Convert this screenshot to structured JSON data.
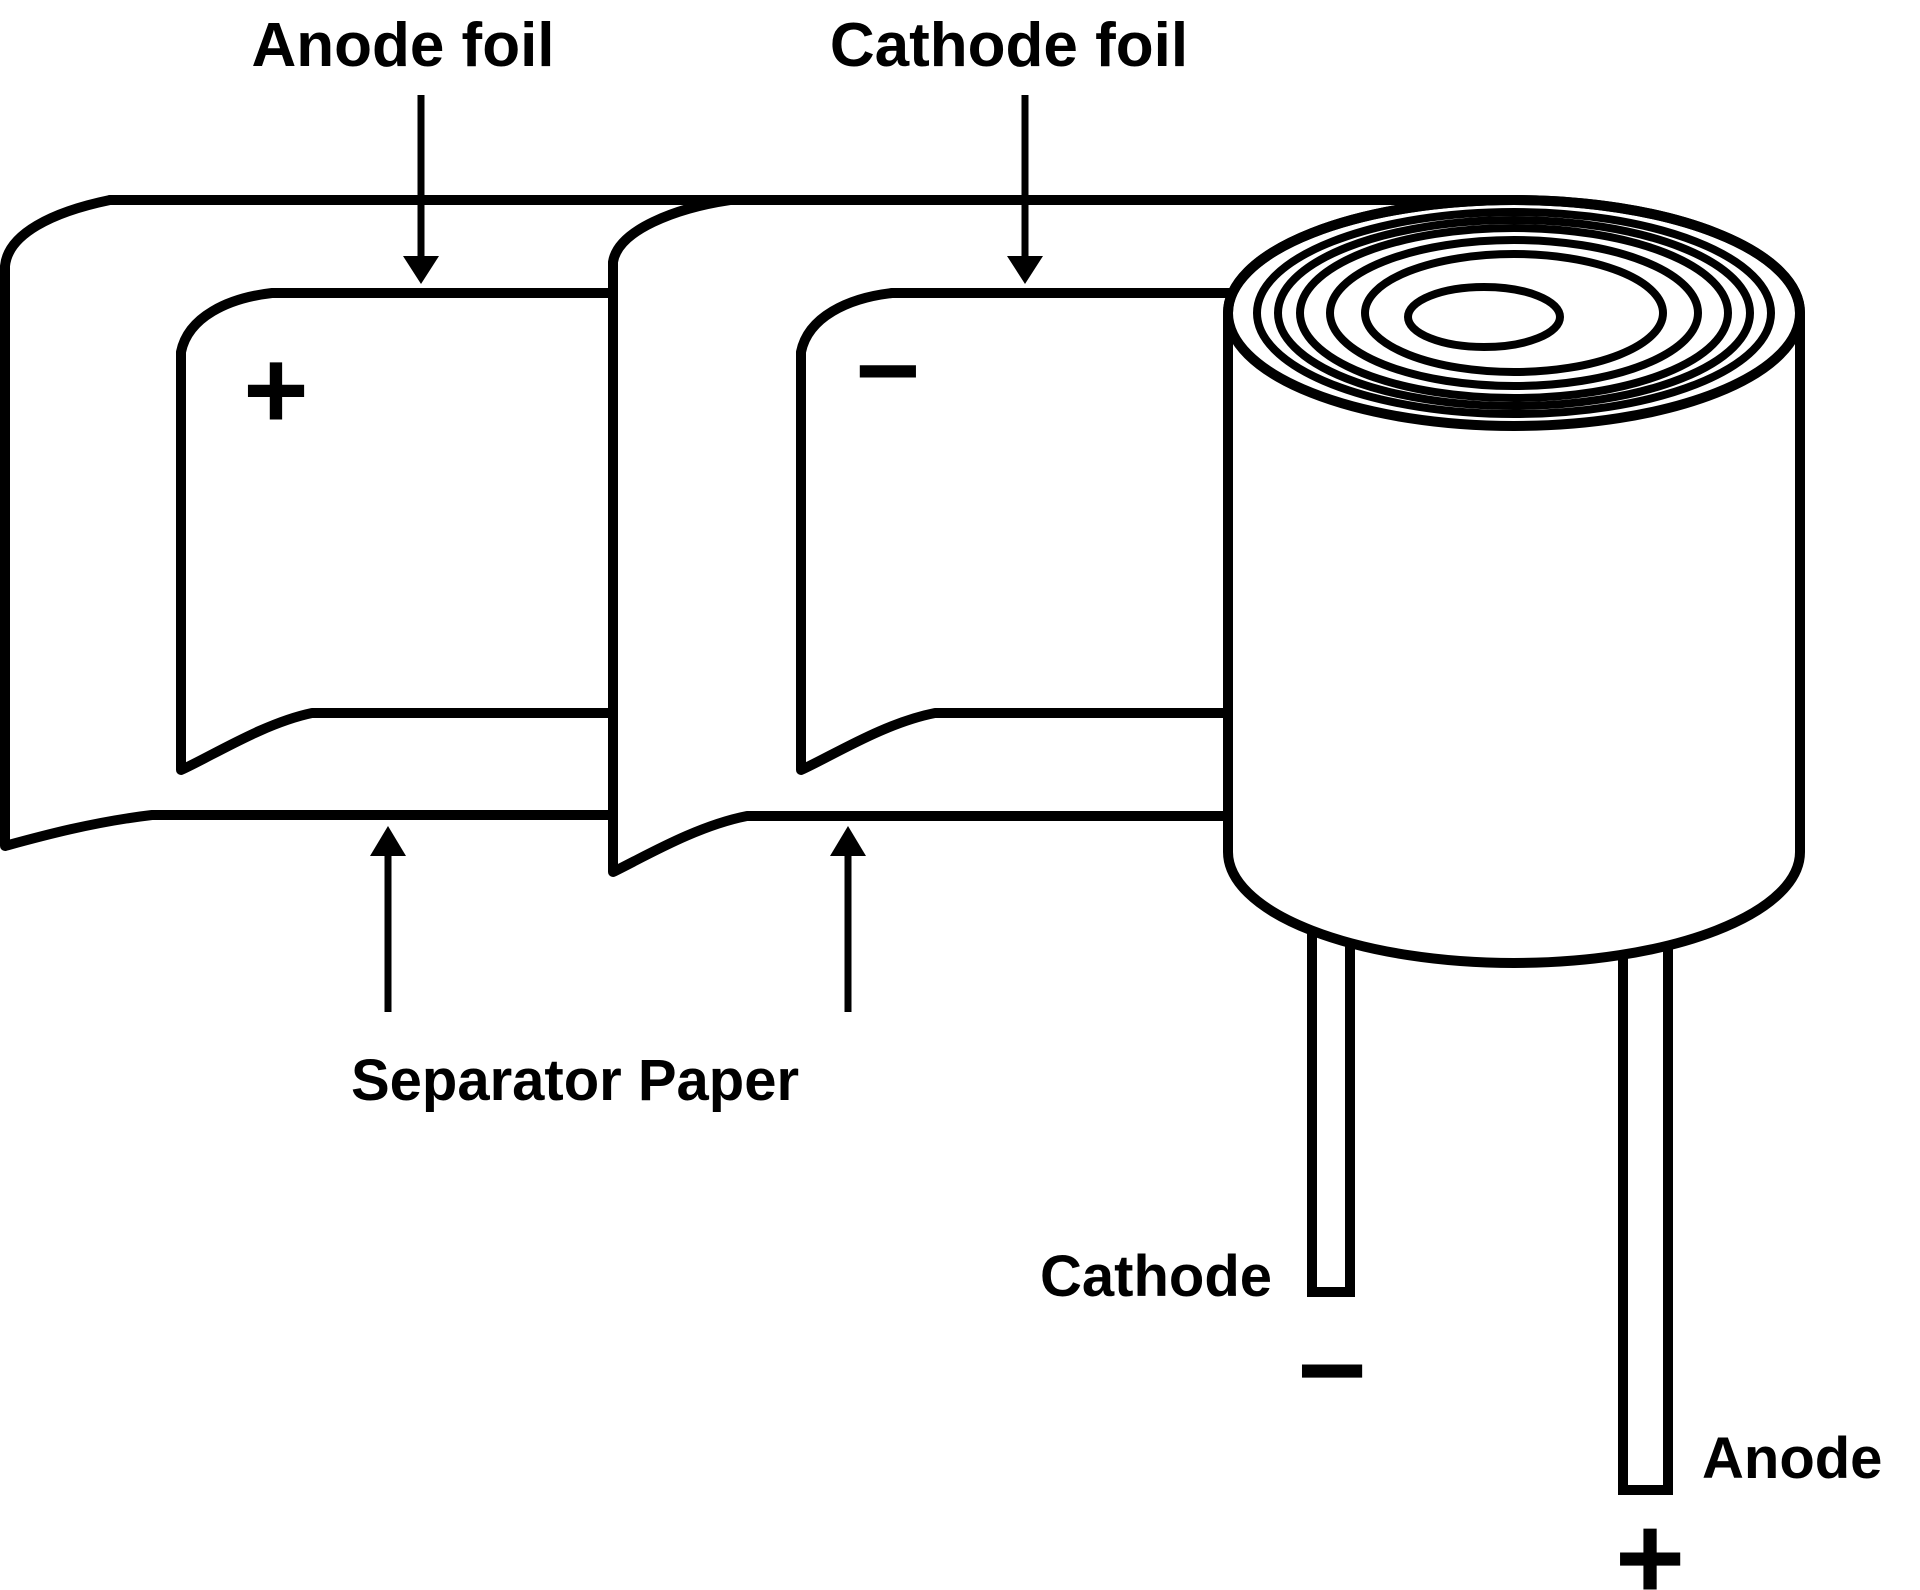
{
  "canvas": {
    "background": "#ffffff",
    "ink": "#000000"
  },
  "labels": {
    "anode_foil": "Anode foil",
    "cathode_foil": "Cathode foil",
    "separator_paper": "Separator Paper",
    "cathode_lead": "Cathode",
    "anode_lead": "Anode"
  },
  "symbols": {
    "anode_foil_sign": "+",
    "cathode_foil_sign": "−",
    "cathode_lead_sign": "−",
    "anode_lead_sign": "+"
  }
}
